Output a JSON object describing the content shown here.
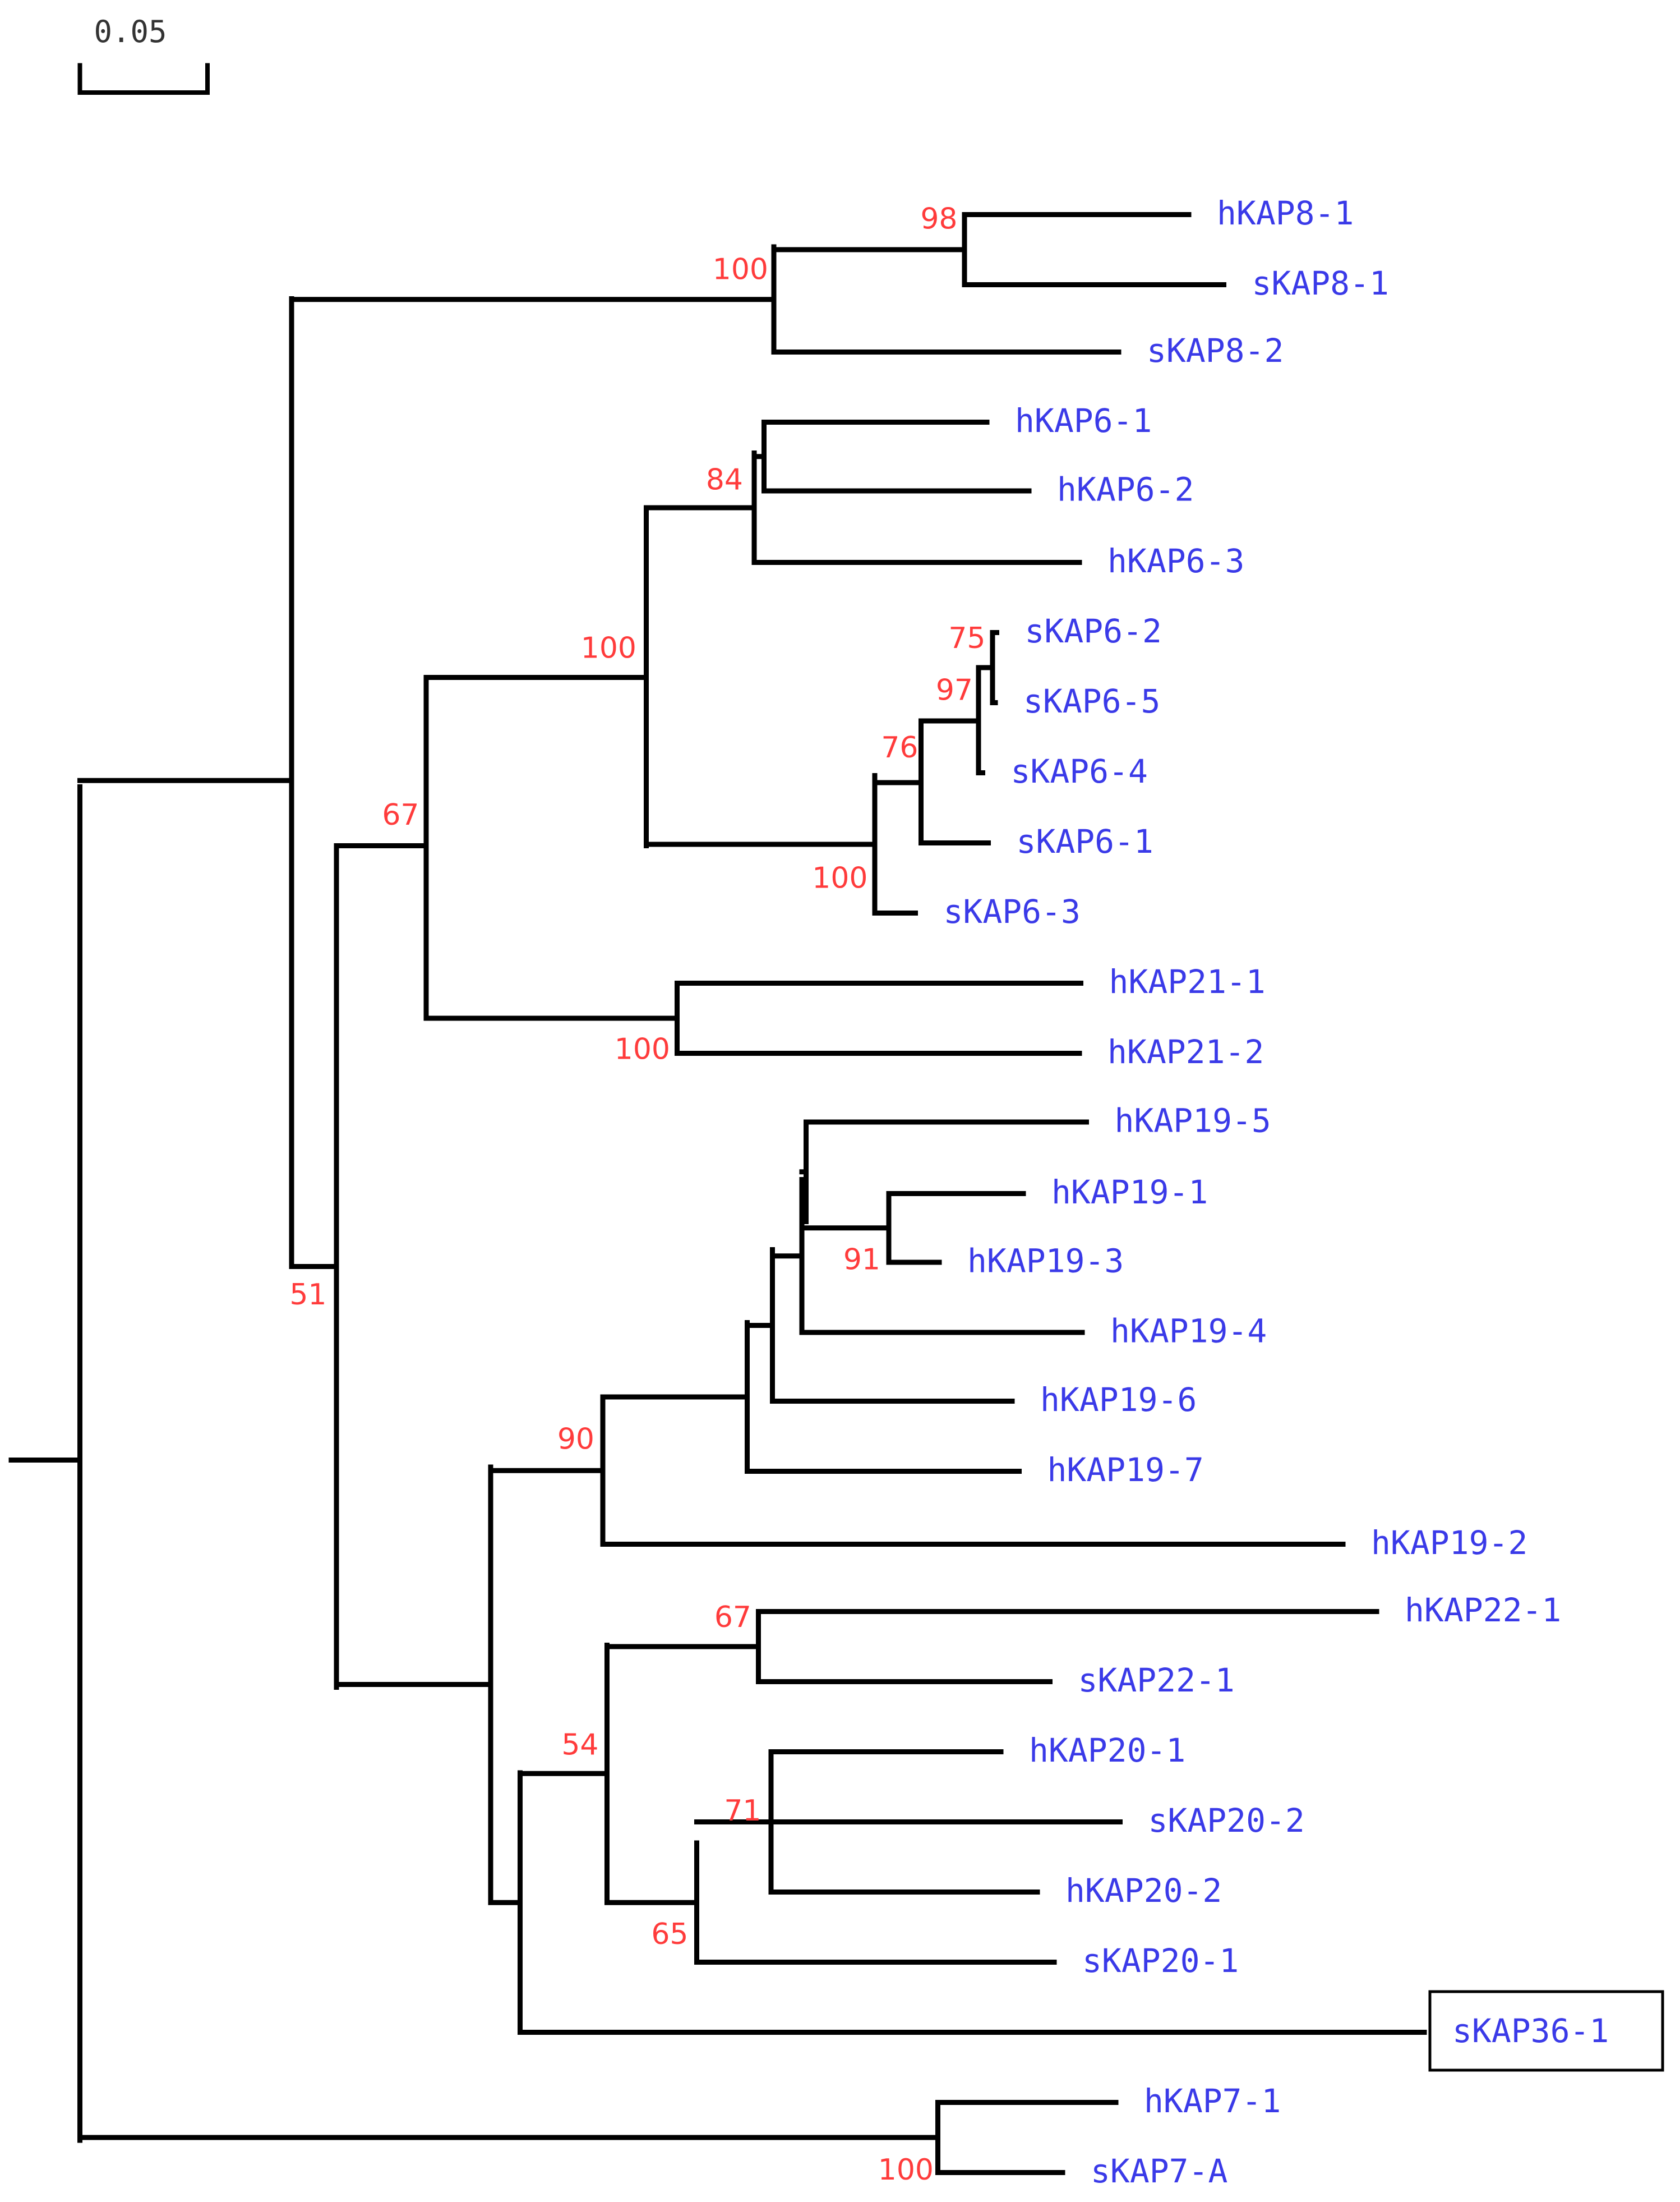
{
  "scale_bar": {
    "label": "0.05",
    "length": 0.05
  },
  "leaves": [
    {
      "id": "hKAP8-1",
      "label": "hKAP8-1",
      "boxed": false
    },
    {
      "id": "sKAP8-1",
      "label": "sKAP8-1",
      "boxed": false
    },
    {
      "id": "sKAP8-2",
      "label": "sKAP8-2",
      "boxed": false
    },
    {
      "id": "hKAP6-1",
      "label": "hKAP6-1",
      "boxed": false
    },
    {
      "id": "hKAP6-2",
      "label": "hKAP6-2",
      "boxed": false
    },
    {
      "id": "hKAP6-3",
      "label": "hKAP6-3",
      "boxed": false
    },
    {
      "id": "sKAP6-2",
      "label": "sKAP6-2",
      "boxed": false
    },
    {
      "id": "sKAP6-5",
      "label": "sKAP6-5",
      "boxed": false
    },
    {
      "id": "sKAP6-4",
      "label": "sKAP6-4",
      "boxed": false
    },
    {
      "id": "sKAP6-1",
      "label": "sKAP6-1",
      "boxed": false
    },
    {
      "id": "sKAP6-3",
      "label": "sKAP6-3",
      "boxed": false
    },
    {
      "id": "hKAP21-1",
      "label": "hKAP21-1",
      "boxed": false
    },
    {
      "id": "hKAP21-2",
      "label": "hKAP21-2",
      "boxed": false
    },
    {
      "id": "hKAP19-5",
      "label": "hKAP19-5",
      "boxed": false
    },
    {
      "id": "hKAP19-1",
      "label": "hKAP19-1",
      "boxed": false
    },
    {
      "id": "hKAP19-3",
      "label": "hKAP19-3",
      "boxed": false
    },
    {
      "id": "hKAP19-4",
      "label": "hKAP19-4",
      "boxed": false
    },
    {
      "id": "hKAP19-6",
      "label": "hKAP19-6",
      "boxed": false
    },
    {
      "id": "hKAP19-7",
      "label": "hKAP19-7",
      "boxed": false
    },
    {
      "id": "hKAP19-2",
      "label": "hKAP19-2",
      "boxed": false
    },
    {
      "id": "hKAP22-1",
      "label": "hKAP22-1",
      "boxed": false
    },
    {
      "id": "sKAP22-1",
      "label": "sKAP22-1",
      "boxed": false
    },
    {
      "id": "hKAP20-1",
      "label": "hKAP20-1",
      "boxed": false
    },
    {
      "id": "sKAP20-2",
      "label": "sKAP20-2",
      "boxed": false
    },
    {
      "id": "hKAP20-2",
      "label": "hKAP20-2",
      "boxed": false
    },
    {
      "id": "sKAP20-1",
      "label": "sKAP20-1",
      "boxed": false
    },
    {
      "id": "sKAP36-1",
      "label": "sKAP36-1",
      "boxed": true
    },
    {
      "id": "hKAP7-1",
      "label": "hKAP7-1",
      "boxed": false
    },
    {
      "id": "sKAP7-A",
      "label": "sKAP7-A",
      "boxed": false
    }
  ],
  "support_values": [
    {
      "id": "n_kap8_h1s1",
      "value": "98"
    },
    {
      "id": "n_kap8",
      "value": "100"
    },
    {
      "id": "n_hkap6",
      "value": "84"
    },
    {
      "id": "n_kap6",
      "value": "100"
    },
    {
      "id": "n_s62_s65",
      "value": "75"
    },
    {
      "id": "n_s62_s64",
      "value": "97"
    },
    {
      "id": "n_s62_s61",
      "value": "76"
    },
    {
      "id": "n_skap6",
      "value": "100"
    },
    {
      "id": "n_kap6_21",
      "value": "67"
    },
    {
      "id": "n_kap21",
      "value": "100"
    },
    {
      "id": "n_h191_h193",
      "value": "91"
    },
    {
      "id": "n_kap19",
      "value": "90"
    },
    {
      "id": "n_kap22",
      "value": "67"
    },
    {
      "id": "n_kap20_22",
      "value": "54"
    },
    {
      "id": "n_kap20_h1s2h2",
      "value": "71"
    },
    {
      "id": "n_kap20",
      "value": "65"
    },
    {
      "id": "n_inner",
      "value": "51"
    },
    {
      "id": "n_kap7",
      "value": "100"
    }
  ]
}
